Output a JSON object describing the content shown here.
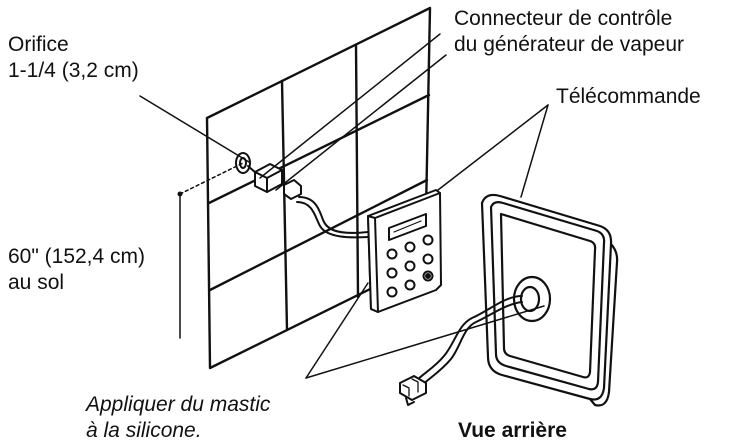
{
  "labels": {
    "orifice": [
      "Orifice",
      "1-1/4 (3,2 cm)"
    ],
    "connector": [
      "Connecteur de contrôle",
      "du générateur de vapeur"
    ],
    "remote": "Télécommande",
    "height": [
      "60\" (152,4 cm)",
      "au sol"
    ],
    "sealant": [
      "Appliquer du mastic",
      "à la silicone."
    ],
    "rear_view": "Vue arrière"
  }
}
